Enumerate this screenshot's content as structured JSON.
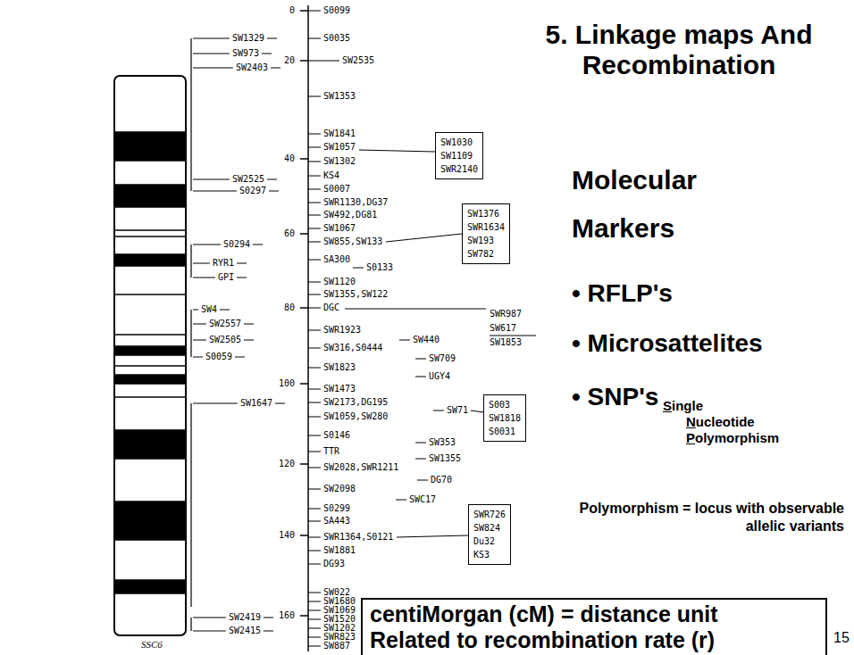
{
  "diagram": {
    "title": "5. Linkage maps And Recombination",
    "nodes": [
      {
        "text": [
          "SW1030",
          "SW1109",
          "SWR2140"
        ]
      },
      {
        "text": [
          "SW1376",
          "SWR1634",
          "SW193",
          "SW782"
        ]
      },
      {
        "text": [
          "S003",
          "SW1818",
          "S0031"
        ]
      },
      {
        "text": [
          "SWR726",
          "SW824",
          "Du32",
          "KS3"
        ]
      },
      {
        "text": [
          "centiMorgan (cM) = distance unit",
          "Related to recombination rate (r)"
        ]
      }
    ],
    "labels": [
      "0",
      "20",
      "40",
      "60",
      "80",
      "100",
      "120",
      "140",
      "160",
      "S0099",
      "S0035",
      "SW2535",
      "SW1353",
      "SW1841",
      "SW1057",
      "SW1302",
      "KS4",
      "S0007",
      "SWR1130,DG37",
      "SW492,DG81",
      "SW1067",
      "SW855,SW133",
      "SA300",
      "S0133",
      "SW1120",
      "SW1355,SW122",
      "DGC",
      "SWR1923",
      "SW440",
      "SW316,S0444",
      "SW709",
      "SW1823",
      "UGY4",
      "SW1473",
      "SW2173,DG195",
      "SW71",
      "SW1059,SW280",
      "S0146",
      "SW353",
      "TTR",
      "SW1355",
      "SW2028,SWR1211",
      "DG70",
      "SW2098",
      "SWC17",
      "S0299",
      "SA443",
      "SWR1364,S0121",
      "SW1881",
      "DG93",
      "SW022",
      "SW1680",
      "SW1069",
      "SW1520",
      "SW1202",
      "SWR823",
      "SW887",
      "SWR987",
      "SW617",
      "SW1853",
      "SW1329",
      "SW973",
      "SW2403",
      "SW2525",
      "S0297",
      "S0294",
      "RYR1",
      "GPI",
      "SW4",
      "SW2557",
      "SW2505",
      "S0059",
      "SW1647",
      "SW2419",
      "SW2415",
      "Molecular Markers",
      "• RFLP's",
      "• Microsattelites",
      "• SNP's",
      "Single",
      "Nucleotide",
      "Polymorphism",
      "Polymorphism = locus with observable allelic variants",
      "SSC6",
      "15"
    ]
  }
}
